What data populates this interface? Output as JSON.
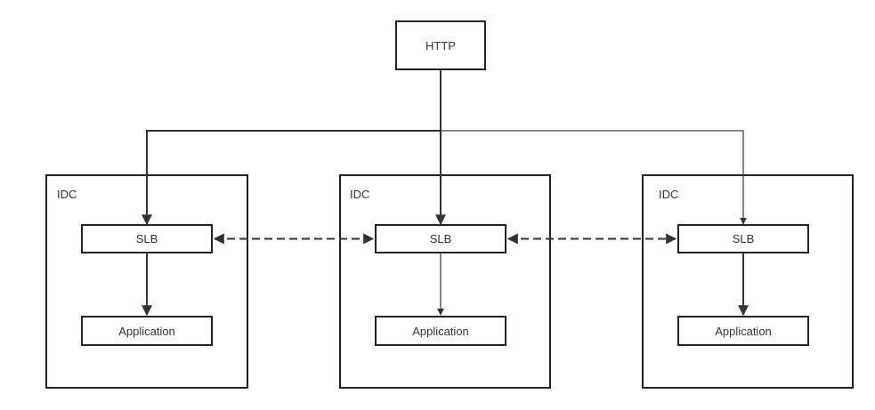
{
  "diagram": {
    "http": {
      "label": "HTTP"
    },
    "idc_groups": [
      {
        "title": "IDC",
        "slb": "SLB",
        "app": "Application"
      },
      {
        "title": "IDC",
        "slb": "SLB",
        "app": "Application"
      },
      {
        "title": "IDC",
        "slb": "SLB",
        "app": "Application"
      }
    ]
  }
}
